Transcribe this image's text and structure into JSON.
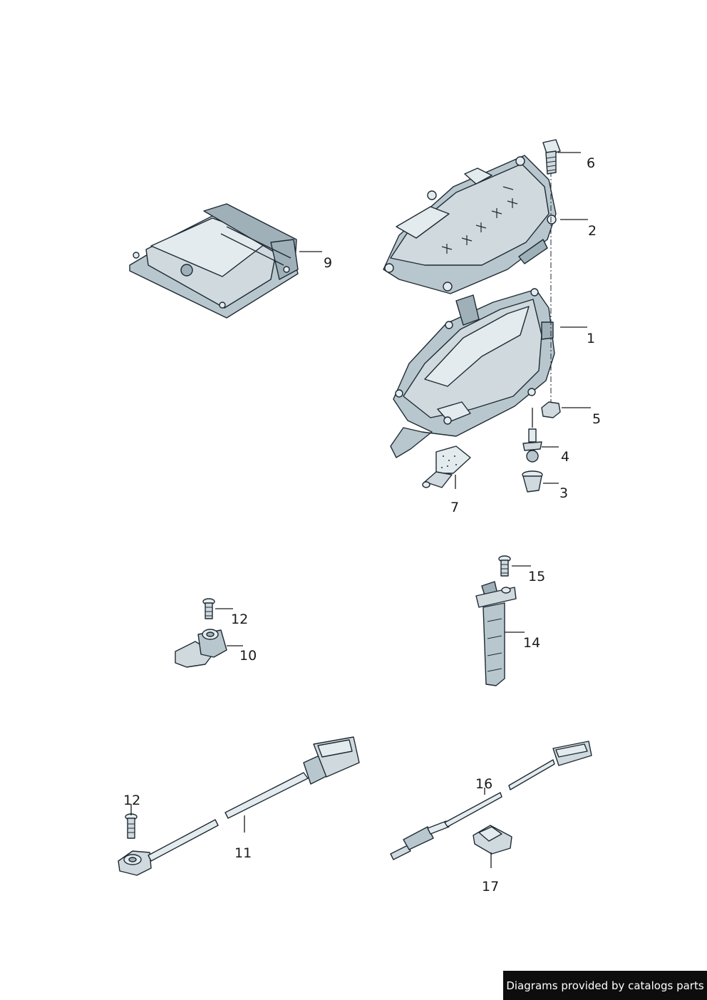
{
  "callouts": [
    {
      "id": "ecu",
      "label": "9"
    },
    {
      "id": "bolt-top",
      "label": "6"
    },
    {
      "id": "cover",
      "label": "2"
    },
    {
      "id": "housing",
      "label": "1"
    },
    {
      "id": "nut",
      "label": "5"
    },
    {
      "id": "stud",
      "label": "4"
    },
    {
      "id": "grommet",
      "label": "3"
    },
    {
      "id": "drain",
      "label": "7"
    },
    {
      "id": "bolt-knock-a",
      "label": "12"
    },
    {
      "id": "knock-sensor",
      "label": "10"
    },
    {
      "id": "bolt-sensor",
      "label": "15"
    },
    {
      "id": "sensor-probe",
      "label": "14"
    },
    {
      "id": "bolt-knock-b",
      "label": "12"
    },
    {
      "id": "knock-sensor-cable",
      "label": "11"
    },
    {
      "id": "lambda-probe",
      "label": "16"
    },
    {
      "id": "clip",
      "label": "17"
    }
  ],
  "footer": {
    "text": "Diagrams provided by catalogs parts"
  }
}
